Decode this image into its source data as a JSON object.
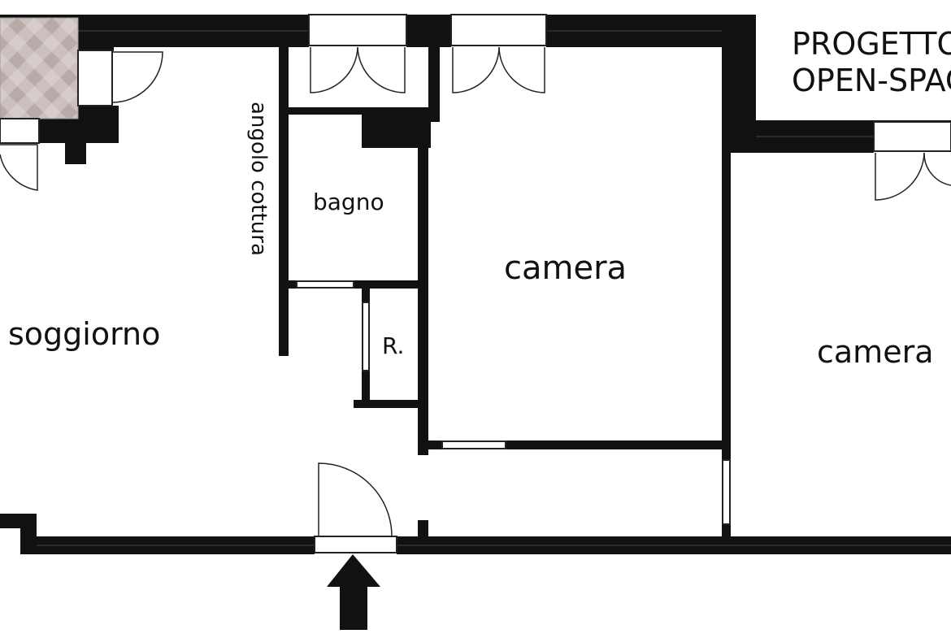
{
  "title": {
    "line1": "PROGETTO",
    "line2": "OPEN-SPACE"
  },
  "rooms": {
    "soggiorno": "soggiorno",
    "angolo_cottura": "angolo cottura",
    "bagno": "bagno",
    "ripostiglio": "R.",
    "camera_1": "camera",
    "camera_2": "camera"
  },
  "icons": {
    "entrance": "entrance-arrow-icon",
    "floor_tile": "floor-tile-pattern"
  },
  "colors": {
    "wall": "#111111",
    "tile": "#c8bcbc",
    "background": "#ffffff"
  }
}
